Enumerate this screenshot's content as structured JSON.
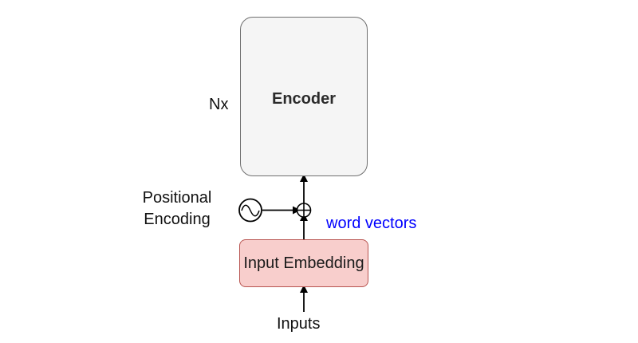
{
  "diagram": {
    "encoder_label": "Encoder",
    "repeat_label": "Nx",
    "positional_encoding_label": "Positional Encoding",
    "word_vectors_label": "word vectors",
    "input_embedding_label": "Input Embedding",
    "inputs_label": "Inputs"
  },
  "colors": {
    "encoder_fill": "#f5f5f5",
    "encoder_border": "#6f6f6f",
    "embedding_fill": "#f8cecc",
    "embedding_border": "#b85450",
    "word_vectors_text": "#0000ff",
    "arrows": "#000000"
  },
  "icons": {
    "positional_encoding_symbol": "sine-wave-icon",
    "add_operation_symbol": "circled-plus-icon"
  }
}
